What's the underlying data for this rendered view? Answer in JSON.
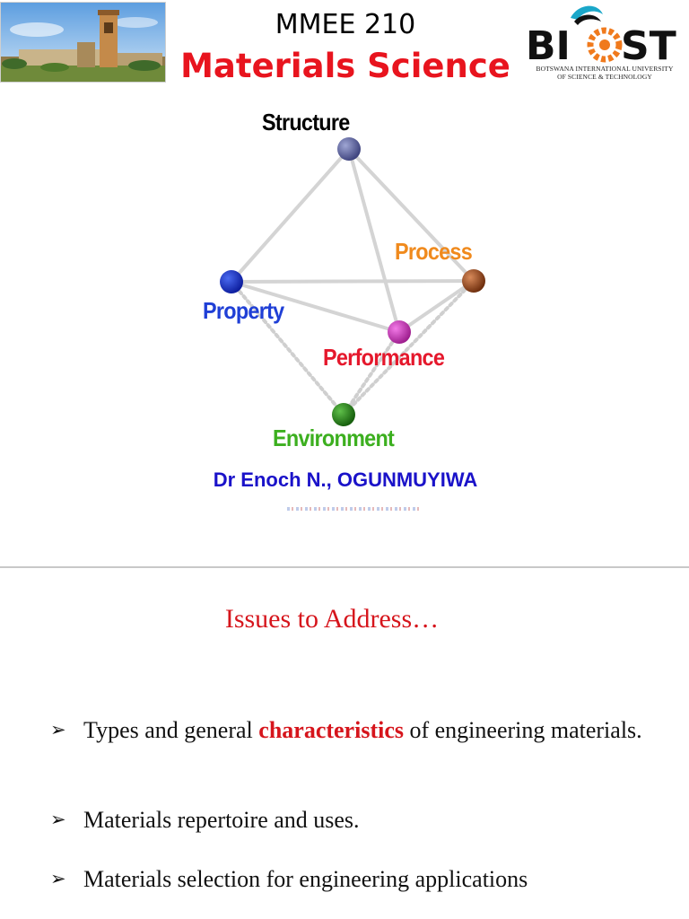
{
  "header": {
    "course_code": "MMEE 210",
    "course_title": "Materials Science",
    "logo_text": "BIUST",
    "logo_line1": "BOTSWANA INTERNATIONAL UNIVERSITY",
    "logo_line2": "OF SCIENCE & TECHNOLOGY"
  },
  "diagram": {
    "nodes": {
      "structure": {
        "label": "Structure",
        "color": "#000000"
      },
      "process": {
        "label": "Process",
        "color": "#f08a1d"
      },
      "property": {
        "label": "Property",
        "color": "#1f3fd6"
      },
      "performance": {
        "label": "Performance",
        "color": "#e5182c"
      },
      "environment": {
        "label": "Environment",
        "color": "#3caf1f"
      }
    }
  },
  "author": "Dr Enoch N., OGUNMUYIWA",
  "slide2": {
    "title": "Issues to Address…",
    "bullets": [
      {
        "pre": "Types and general ",
        "highlight": "characteristics",
        "post": " of engineering materials."
      },
      {
        "text": "Materials repertoire and uses."
      },
      {
        "text": "Materials selection for engineering applications"
      }
    ]
  }
}
